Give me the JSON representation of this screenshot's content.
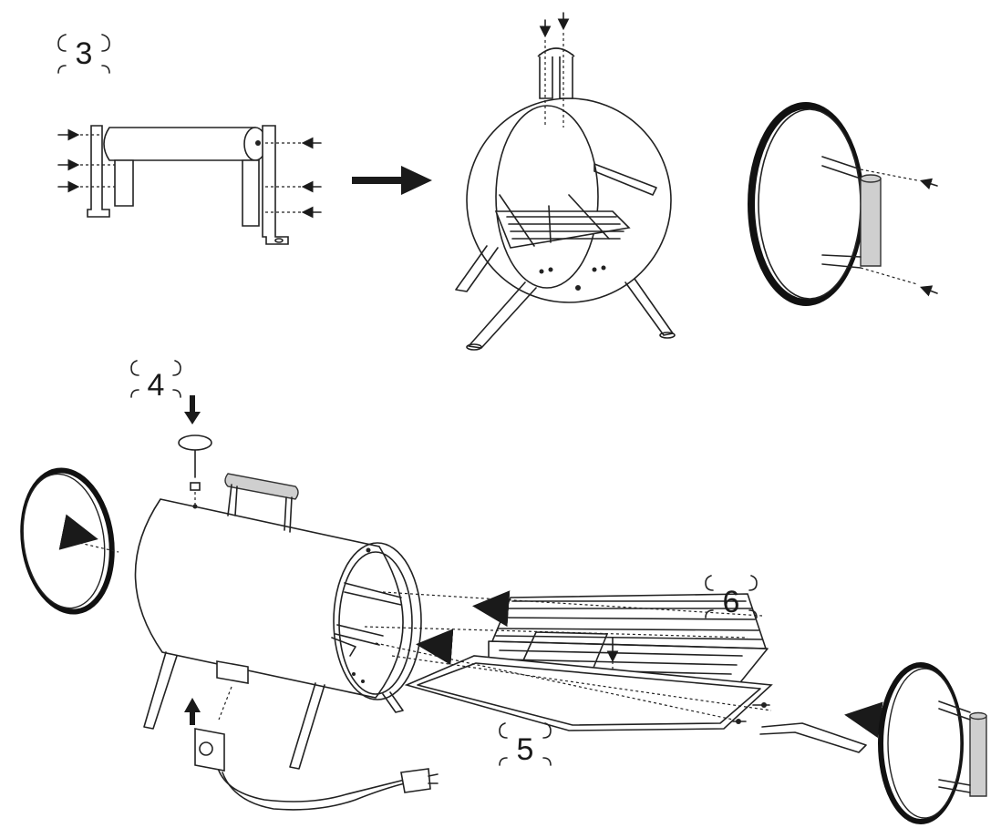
{
  "diagram": {
    "steps": [
      {
        "id": "step-3",
        "number": "3"
      },
      {
        "id": "step-4",
        "number": "4"
      },
      {
        "id": "step-5",
        "number": "5"
      },
      {
        "id": "step-6",
        "number": "6"
      }
    ]
  },
  "colors": {
    "line": "#222222",
    "background": "#ffffff",
    "handle_grey": "#cfcfcf"
  }
}
